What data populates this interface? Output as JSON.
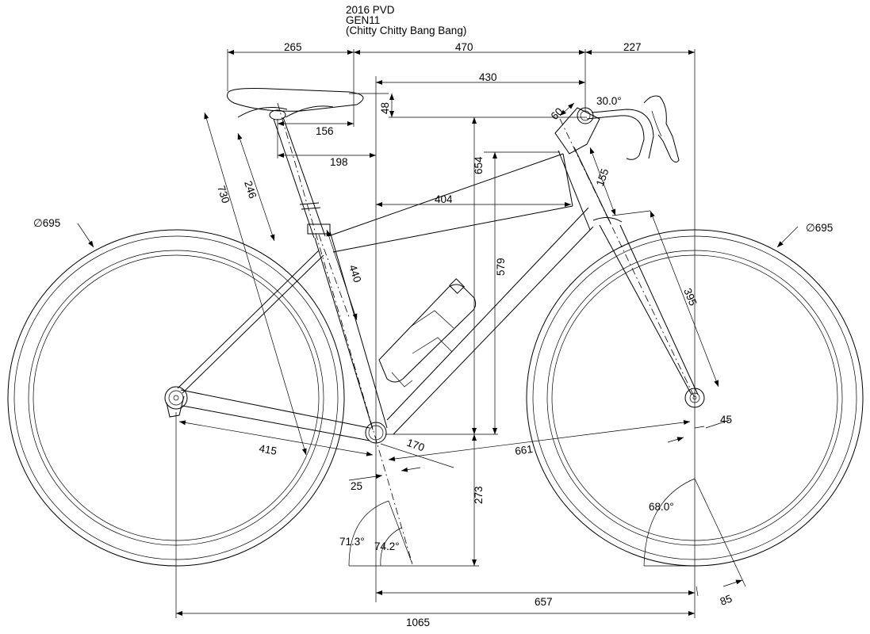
{
  "title": {
    "line1": "2016 PVD",
    "line2": "GEN11",
    "line3": "(Chitty Chitty Bang Bang)"
  },
  "dimensions": {
    "saddle_setback": "265",
    "reach_total": "470",
    "front_center_ext": "227",
    "effective_top_tube": "430",
    "saddle_drop": "48",
    "stem_length": "60",
    "stem_angle": "30.0°",
    "saddle_nose": "156",
    "saddle_to_bb": "198",
    "stack_654": "654",
    "reach_404": "404",
    "head_tube": "155",
    "seatpost_246": "246",
    "saddle_height": "730",
    "seat_tube": "440",
    "stack_579": "579",
    "fork_length": "395",
    "rear_wheel_dia": "∅695",
    "front_wheel_dia": "∅695",
    "chainstay": "415",
    "crank": "170",
    "front_center": "661",
    "fork_offset": "45",
    "bb_offset": "25",
    "bb_height": "273",
    "head_angle": "68.0°",
    "seat_angle_1": "71.3°",
    "seat_angle_2": "74.2°",
    "wheelbase_front": "657",
    "trail": "85",
    "wheelbase": "1065"
  }
}
